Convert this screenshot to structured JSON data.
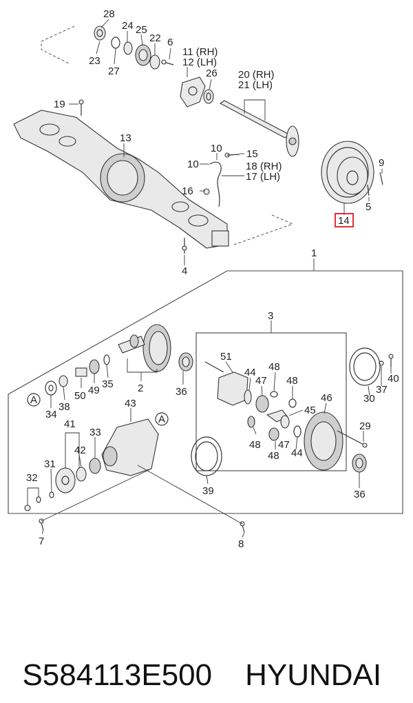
{
  "diagram": {
    "labels": {
      "p28": "28",
      "p24": "24",
      "p25": "25",
      "p22": "22",
      "p6": "6",
      "p23": "23",
      "p27": "27",
      "p11": "11 (RH)",
      "p12": "12 (LH)",
      "p26": "26",
      "p20": "20 (RH)",
      "p21": "21 (LH)",
      "p19": "19",
      "p13": "13",
      "p10a": "10",
      "p15": "15",
      "p10b": "10",
      "p18": "18 (RH)",
      "p17": "17 (LH)",
      "p16": "16",
      "p9": "9",
      "p5": "5",
      "p14": "14",
      "p4": "4",
      "p1": "1",
      "p3": "3",
      "p51": "51",
      "p44a": "44",
      "p48a": "48",
      "p47a": "47",
      "p48b": "48",
      "p46": "46",
      "p45": "45",
      "p2": "2",
      "p36a": "36",
      "p50": "50",
      "p49": "49",
      "p35": "35",
      "p38": "38",
      "p34": "34",
      "pA1": "A",
      "p41": "41",
      "p42": "42",
      "p33": "33",
      "p43": "43",
      "pA2": "A",
      "p31": "31",
      "p32": "32",
      "p48c": "48",
      "p47b": "47",
      "p48d": "48",
      "p44b": "44",
      "p29": "29",
      "p36b": "36",
      "p39": "39",
      "p30": "30",
      "p37": "37",
      "p40": "40",
      "p7": "7",
      "p8": "8"
    },
    "highlight_color": "#e0303a"
  },
  "caption": {
    "part_number": "S584113E500",
    "brand": "HYUNDAI"
  }
}
